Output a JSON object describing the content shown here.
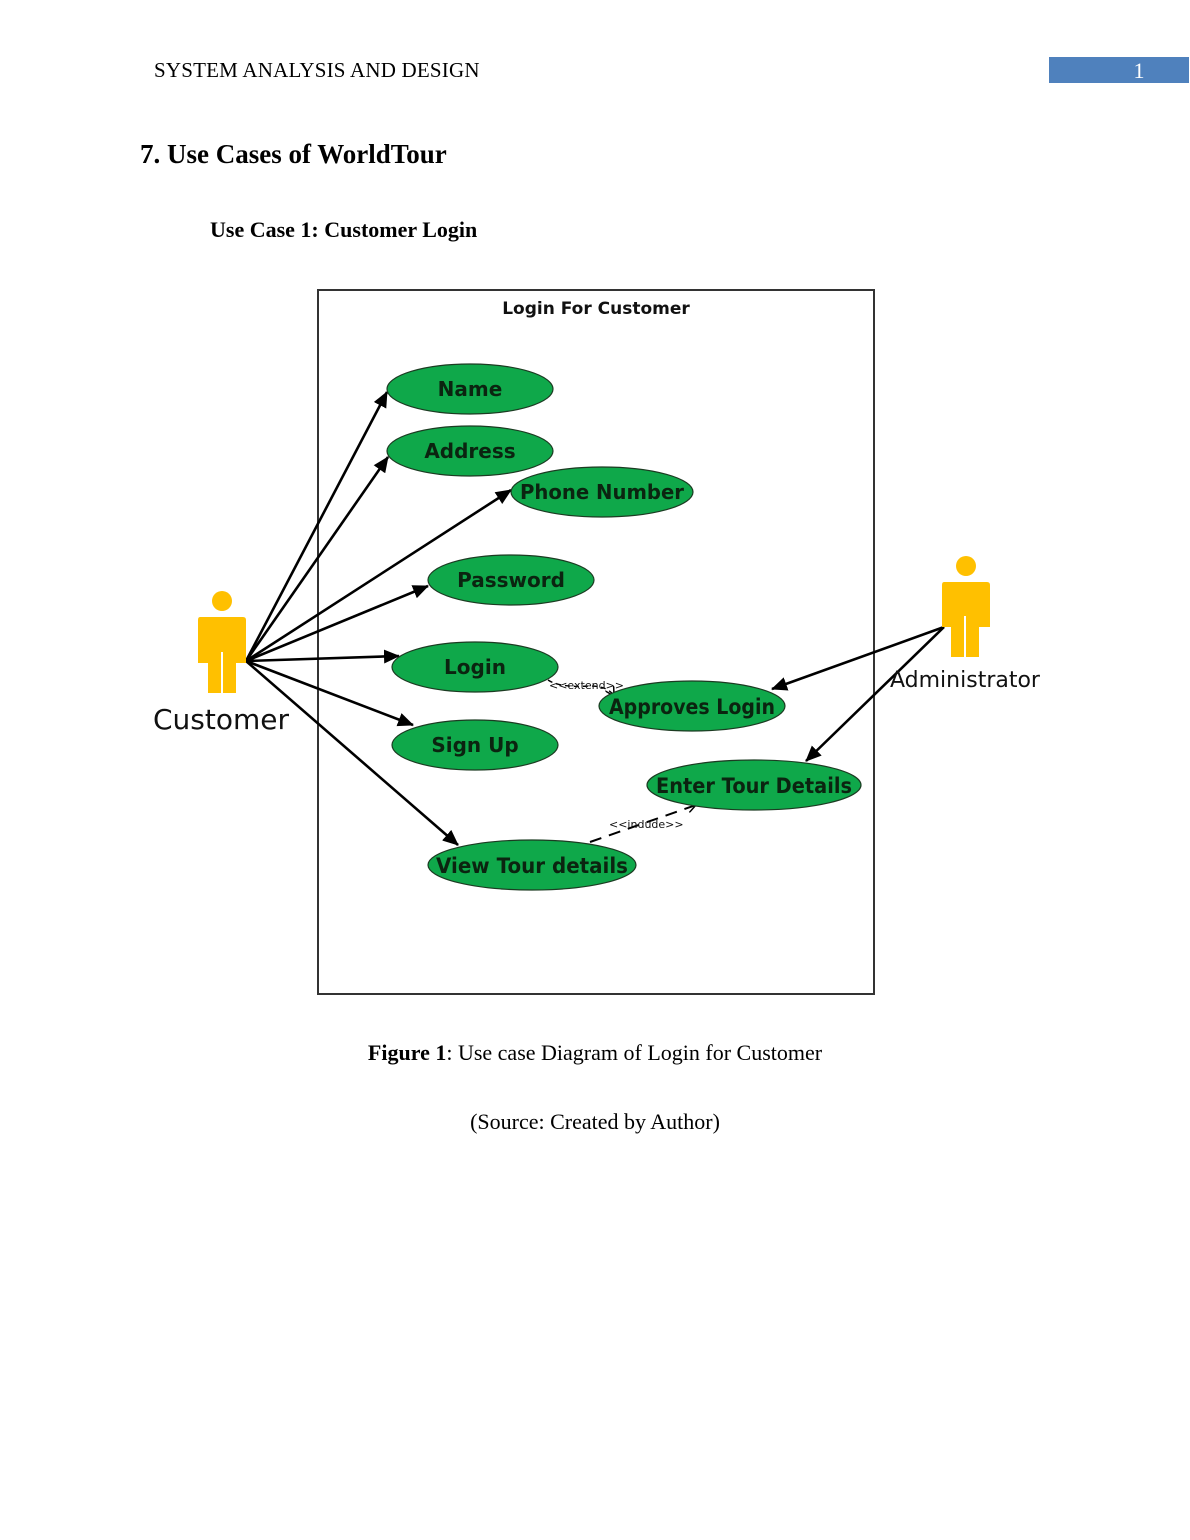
{
  "header": {
    "running_title": "SYSTEM ANALYSIS AND DESIGN",
    "page_number": "1",
    "page_box_color": "#4f81bd"
  },
  "section": {
    "heading": "7. Use Cases of WorldTour",
    "subheading": "Use Case 1: Customer Login"
  },
  "diagram": {
    "system_title": "Login For Customer",
    "use_case_fill": "#0fa84a",
    "actor_color": "#ffc000",
    "actors": {
      "customer": "Customer",
      "administrator": "Administrator"
    },
    "use_cases": {
      "name": "Name",
      "address": "Address",
      "phone": "Phone Number",
      "password": "Password",
      "login": "Login",
      "signup": "Sign Up",
      "view_tour": "View Tour details",
      "approves_login": "Approves Login",
      "enter_tour": "Enter Tour Details"
    },
    "relations": {
      "extend_label": "<<extend>>",
      "include_label": "<<indude>>"
    }
  },
  "figure": {
    "label": "Figure 1",
    "caption": ": Use case Diagram of Login for Customer",
    "source": "(Source: Created by Author)"
  }
}
